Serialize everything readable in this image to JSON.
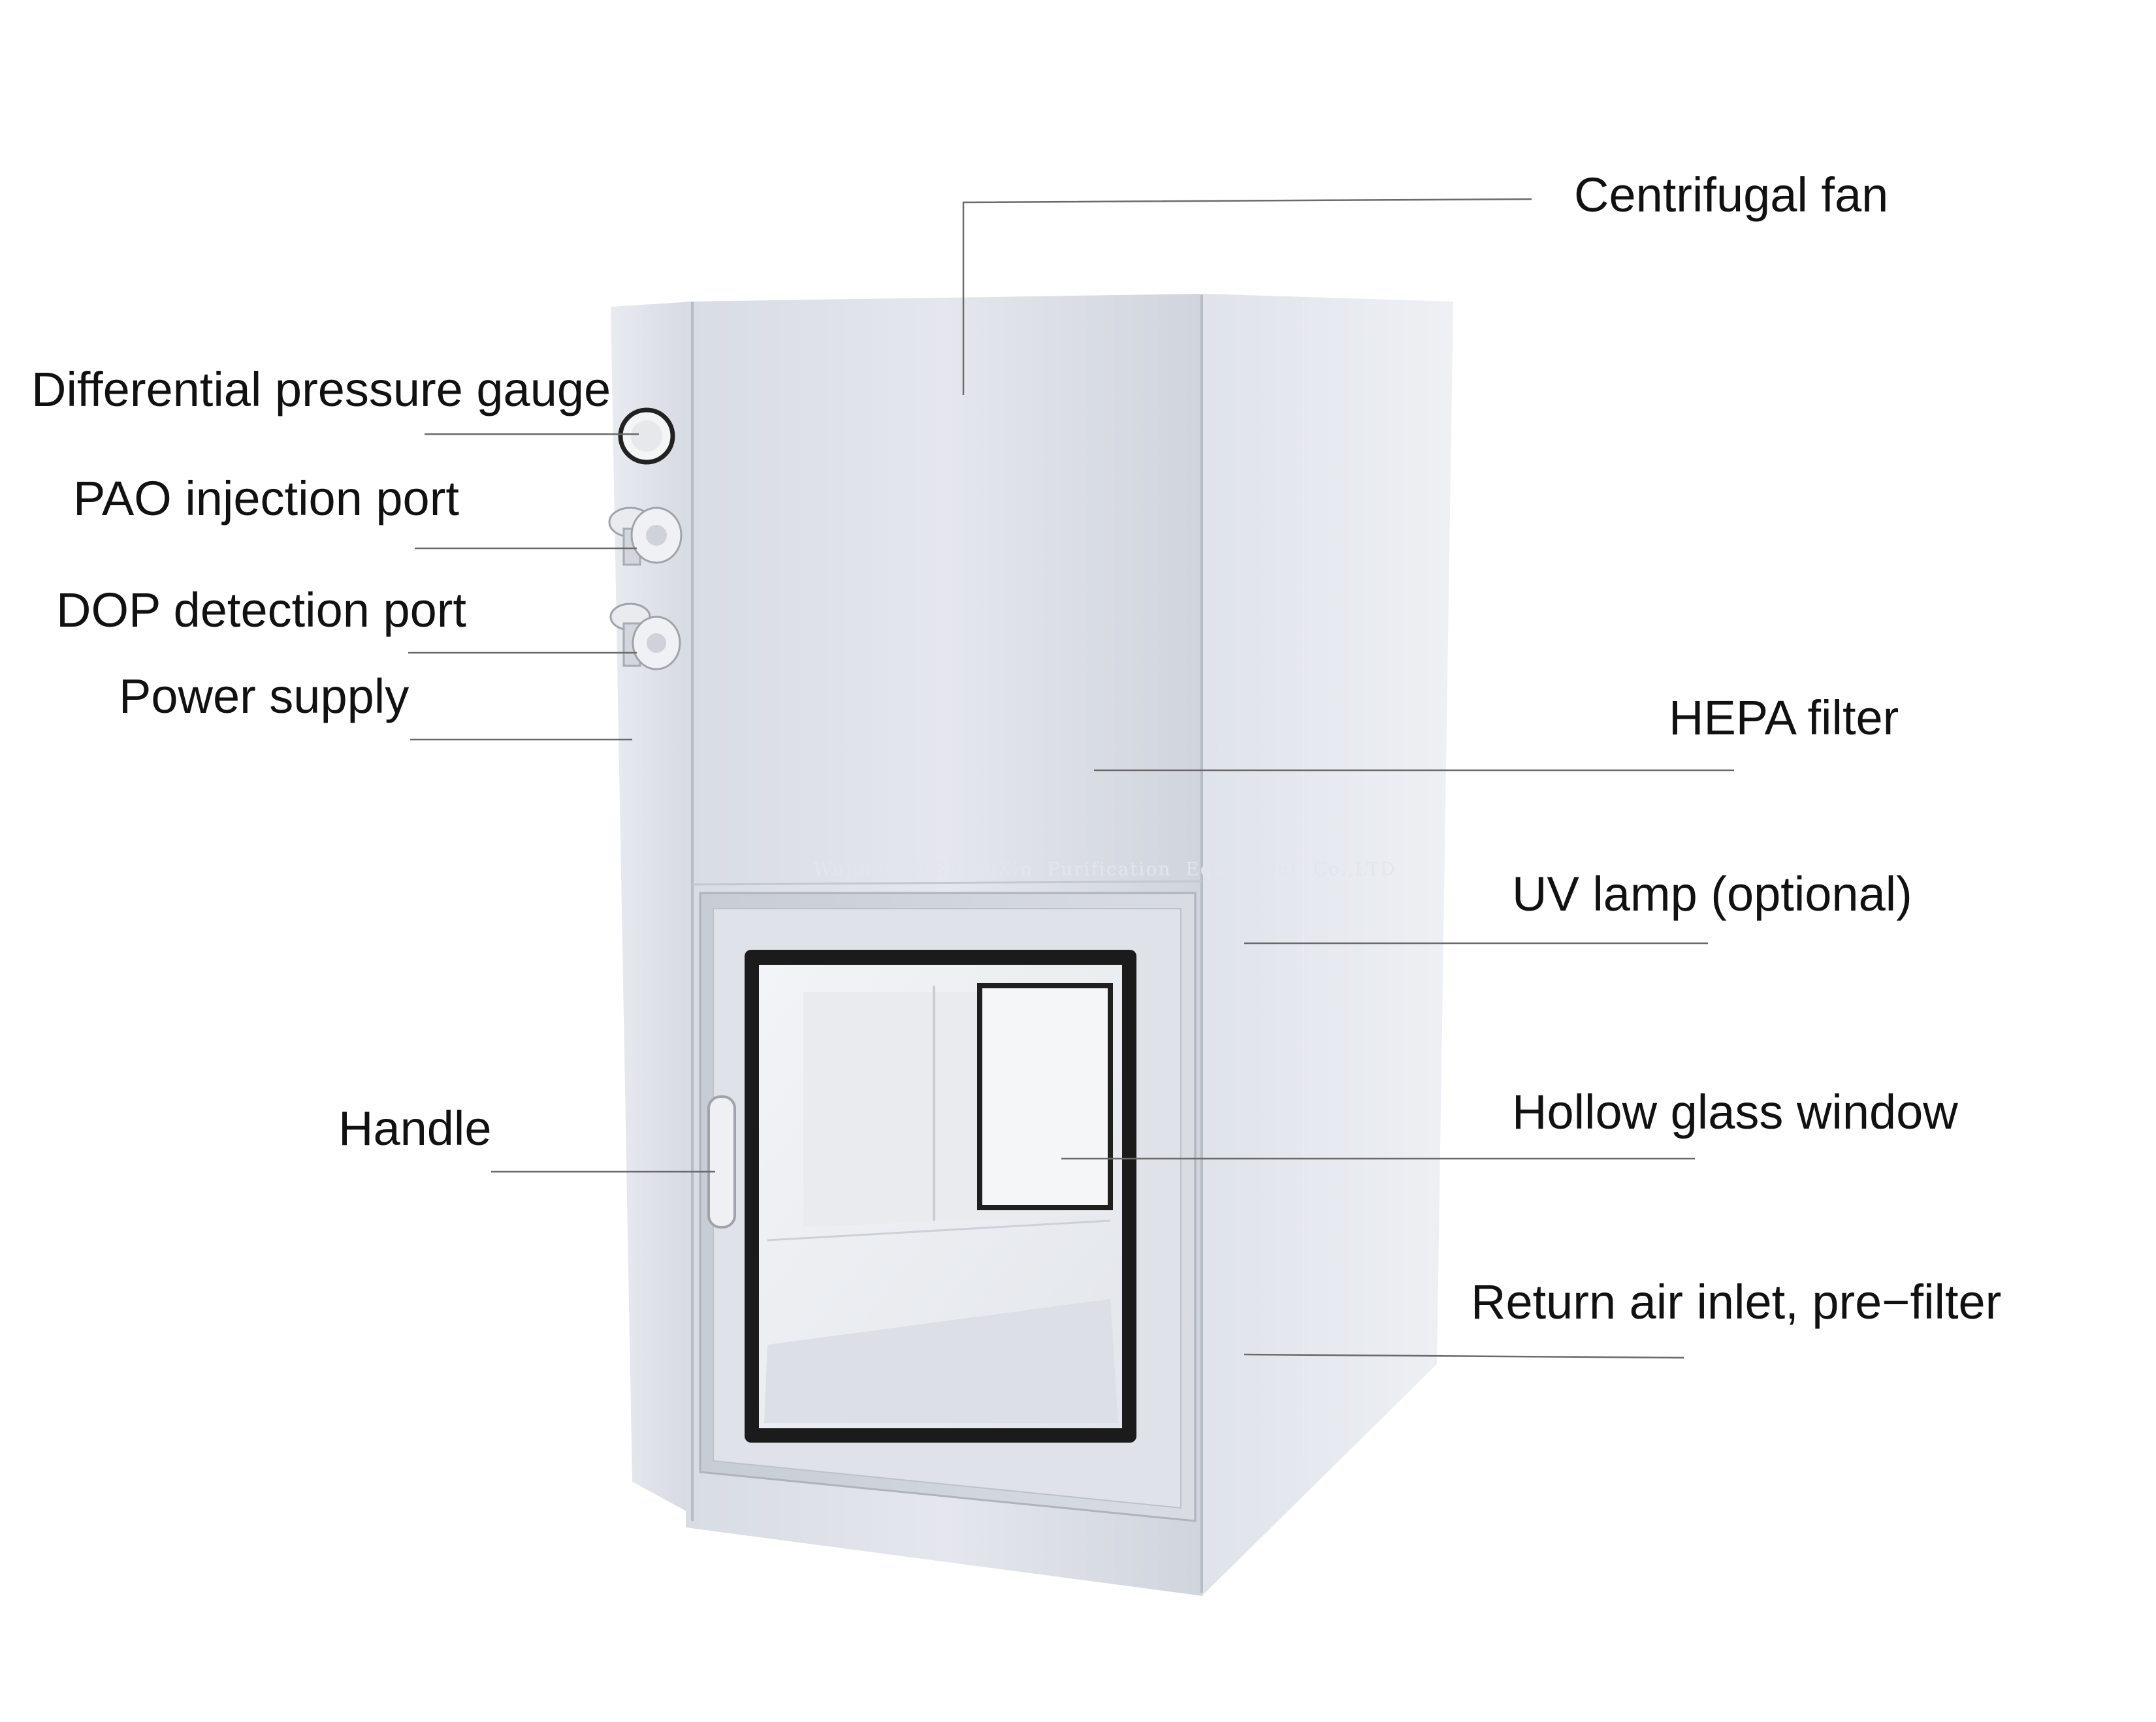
{
  "labels": {
    "centrifugal_fan": "Centrifugal fan",
    "differential_pressure_gauge": "Differential pressure gauge",
    "pao_injection_port": "PAO injection port",
    "dop_detection_port": "DOP detection port",
    "power_supply": "Power supply",
    "hepa_filter": "HEPA filter",
    "uv_lamp": "UV lamp (optional)",
    "handle": "Handle",
    "hollow_glass_window": "Hollow glass window",
    "return_air_inlet": "Return air inlet, pre−filter"
  },
  "watermark": "Wujiang DeShengXin  Purification  Equipment  Co.,LTD",
  "colors": {
    "background": "#ffffff",
    "steel_light": "#e6e9ef",
    "steel_mid": "#d2d6de",
    "steel_dark": "#b9bec8",
    "gasket": "#1b1b1b",
    "leader_line": "#6a6a6a",
    "label_text": "#111111"
  }
}
